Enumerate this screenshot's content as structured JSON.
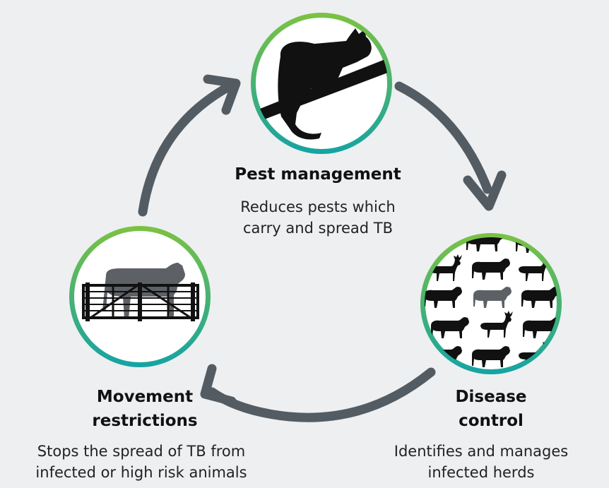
{
  "nodes": [
    {
      "id": "pest",
      "title": "Pest management",
      "desc_lines": [
        "Reduces pests which",
        "carry and spread TB"
      ],
      "image": "possum-on-branch-icon"
    },
    {
      "id": "disease",
      "title_lines": [
        "Disease",
        "control"
      ],
      "desc_lines": [
        "Identifies and manages",
        "infected herds"
      ],
      "image": "cattle-and-deer-herd-pattern"
    },
    {
      "id": "movement",
      "title_lines": [
        "Movement",
        "restrictions"
      ],
      "desc_lines": [
        "Stops the spread of TB from",
        "infected or high risk animals"
      ],
      "image": "cow-behind-gate-icon"
    }
  ],
  "colors": {
    "background": "#edeff1",
    "arrow": "#545c63",
    "ring_top": "#7cc242",
    "ring_bottom": "#15a3a3",
    "silhouette": "#111111",
    "silhouette_grey": "#5d6166"
  }
}
